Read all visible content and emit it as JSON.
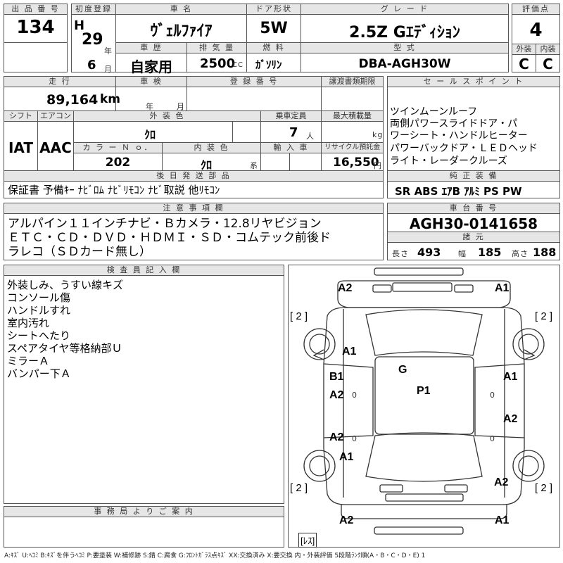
{
  "header_labels": {
    "lot_no": "出 品 番 号",
    "first_reg": "初度登録",
    "car_name": "車 名",
    "door": "ドア形状",
    "grade": "グ レ ー ド",
    "score": "評価点",
    "history": "車 歴",
    "displacement": "排 気 量",
    "fuel": "燃 料",
    "model": "型 式",
    "exterior": "外装",
    "interior": "内装",
    "mileage": "走 行",
    "inspection": "車 検",
    "reg_no": "登 録 番 号",
    "transfer_doc": "譲渡書類期限",
    "sales_point": "セ ー ル ス ポ イ ン ト",
    "shift": "シフト",
    "aircon": "エアコン",
    "ext_color": "外 装 色",
    "capacity": "乗車定員",
    "max_load": "最大積載量",
    "color_no": "カ ラ ー Ｎ ｏ．",
    "int_color": "内 装 色",
    "import": "輸 入 車",
    "recycle": "リサイクル預託金",
    "later_parts": "後 日 発 送 部 品",
    "genuine": "純 正 装 備",
    "notes": "注 意 事 項 欄",
    "chassis": "車 台 番 号",
    "dimensions": "諸 元",
    "inspector": "検 査 員 記 入 欄",
    "office": "事 務 局 よ り ご 案 内"
  },
  "lot_no": "134",
  "era_h": "H",
  "year": "29",
  "year_unit": "年",
  "month": "6",
  "month_unit": "月",
  "car_name": "ｳﾞｪﾙﾌｧｲｱ",
  "door": "5W",
  "grade": "2.5Z Gｴﾃﾞｨｼｮﾝ",
  "score": "4",
  "history": "自家用",
  "displacement": "2500",
  "displacement_unit": "CC",
  "fuel": "ｶﾞｿﾘﾝ",
  "model": "DBA-AGH30W",
  "exterior_grade": "C",
  "interior_grade": "C",
  "mileage": "89,164",
  "mileage_unit": "km",
  "insp_year_unit": "年",
  "insp_month_unit": "月",
  "shift": "IAT",
  "aircon": "AAC",
  "ext_color": "ｸﾛ",
  "capacity": "7",
  "capacity_unit": "人",
  "max_load_unit": "kg",
  "color_no": "202",
  "int_color": "ｸﾛ",
  "int_color_unit": "系",
  "recycle": "16,550",
  "recycle_unit": "円",
  "sales_points": [
    "ツインムーンルーフ",
    "両側パワースライドドア・パ",
    "ワーシート・ハンドルヒーター",
    "パワーバックドア・ＬＥＤヘッド",
    "ライト・レーダークルーズ"
  ],
  "later_parts": "保証書 予備ｷｰ ﾅﾋﾞﾛﾑ ﾅﾋﾞﾘﾓｺﾝ ﾅﾋﾞ取説 他ﾘﾓｺﾝ",
  "genuine": "SR ABS ｴｱB ｱﾙﾐ PS PW",
  "notes": [
    "アルパイン１１インチナビ・Ｂカメラ・12.8リヤビジョン",
    "ＥＴＣ・ＣＤ・ＤＶＤ・ＨＤＭＩ・ＳＤ・コムテック前後ド",
    "ラレコ（ＳＤカード無し）"
  ],
  "chassis_no": "AGH30-0141658",
  "length_label": "長さ",
  "length": "493",
  "width_label": "幅",
  "width": "185",
  "height_label": "高さ",
  "height": "188",
  "inspector_notes": [
    "外装しみ、うすい線キズ",
    "コンソール傷",
    "ハンドルすれ",
    "室内汚れ",
    "シートへたり",
    "スペアタイヤ等格納部Ｕ",
    "ミラーＡ",
    "バンパー下Ａ"
  ],
  "car_marks": {
    "front_left": "A2",
    "front_right": "A1",
    "hood": "A1",
    "roof_g": "G",
    "roof_p": "P1",
    "left_front_door_b": "B1",
    "left_front_door_a": "A2",
    "left_rear_door": "A2",
    "left_rear": "A1",
    "right_front_door": "A1",
    "right_rear_door": "A2",
    "right_rear": "A2",
    "rear_left": "A2",
    "rear_right": "A1",
    "tire_tl": "[ 2 ]",
    "tire_tr": "[ 2 ]",
    "tire_bl": "[ 2 ]",
    "tire_br": "[ 2 ]",
    "spare": "[ﾚｽ]",
    "small_left_1": "0",
    "small_left_2": "0",
    "small_right_1": "0",
    "small_right_2": "0"
  },
  "legend": "A:ｷｽﾞ U:ﾍｺﾐ B:ｷｽﾞを伴うﾍｺﾐ P:要塗装 W:補修跡 S:錆 C:腐食 G:ﾌﾛﾝﾄｶﾞﾗｽ点ｷｽﾞ XX:交換済み X:要交換 内・外装評価 5段階ﾗﾝｸ順(A・B・C・D・E) 1"
}
